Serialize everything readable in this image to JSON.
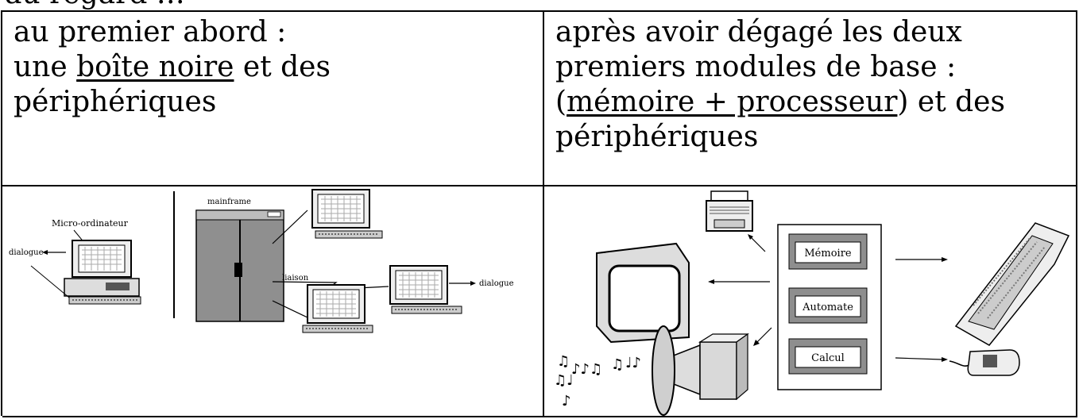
{
  "cut_title": "au regard …",
  "left_header": {
    "line1": "au premier abord :",
    "line2_pre": "une ",
    "line2_u": "boîte noire",
    "line2_post": " et des",
    "line3": "périphériques"
  },
  "right_header": {
    "line1": "après avoir dégagé les deux",
    "line2": "premiers modules de base :",
    "line3_pre": "(",
    "line3_u": "mémoire + processeur",
    "line3_post": ") et des",
    "line4": "périphériques"
  },
  "left_figure": {
    "micro_label": "Micro-ordinateur",
    "dialogue_left": "dialogue",
    "mainframe_label": "mainframe",
    "liaison_label": "liaison",
    "dialogue_right": "dialogue"
  },
  "right_figure": {
    "memoire": "Mémoire",
    "automate": "Automate",
    "calcul": "Calcul"
  }
}
